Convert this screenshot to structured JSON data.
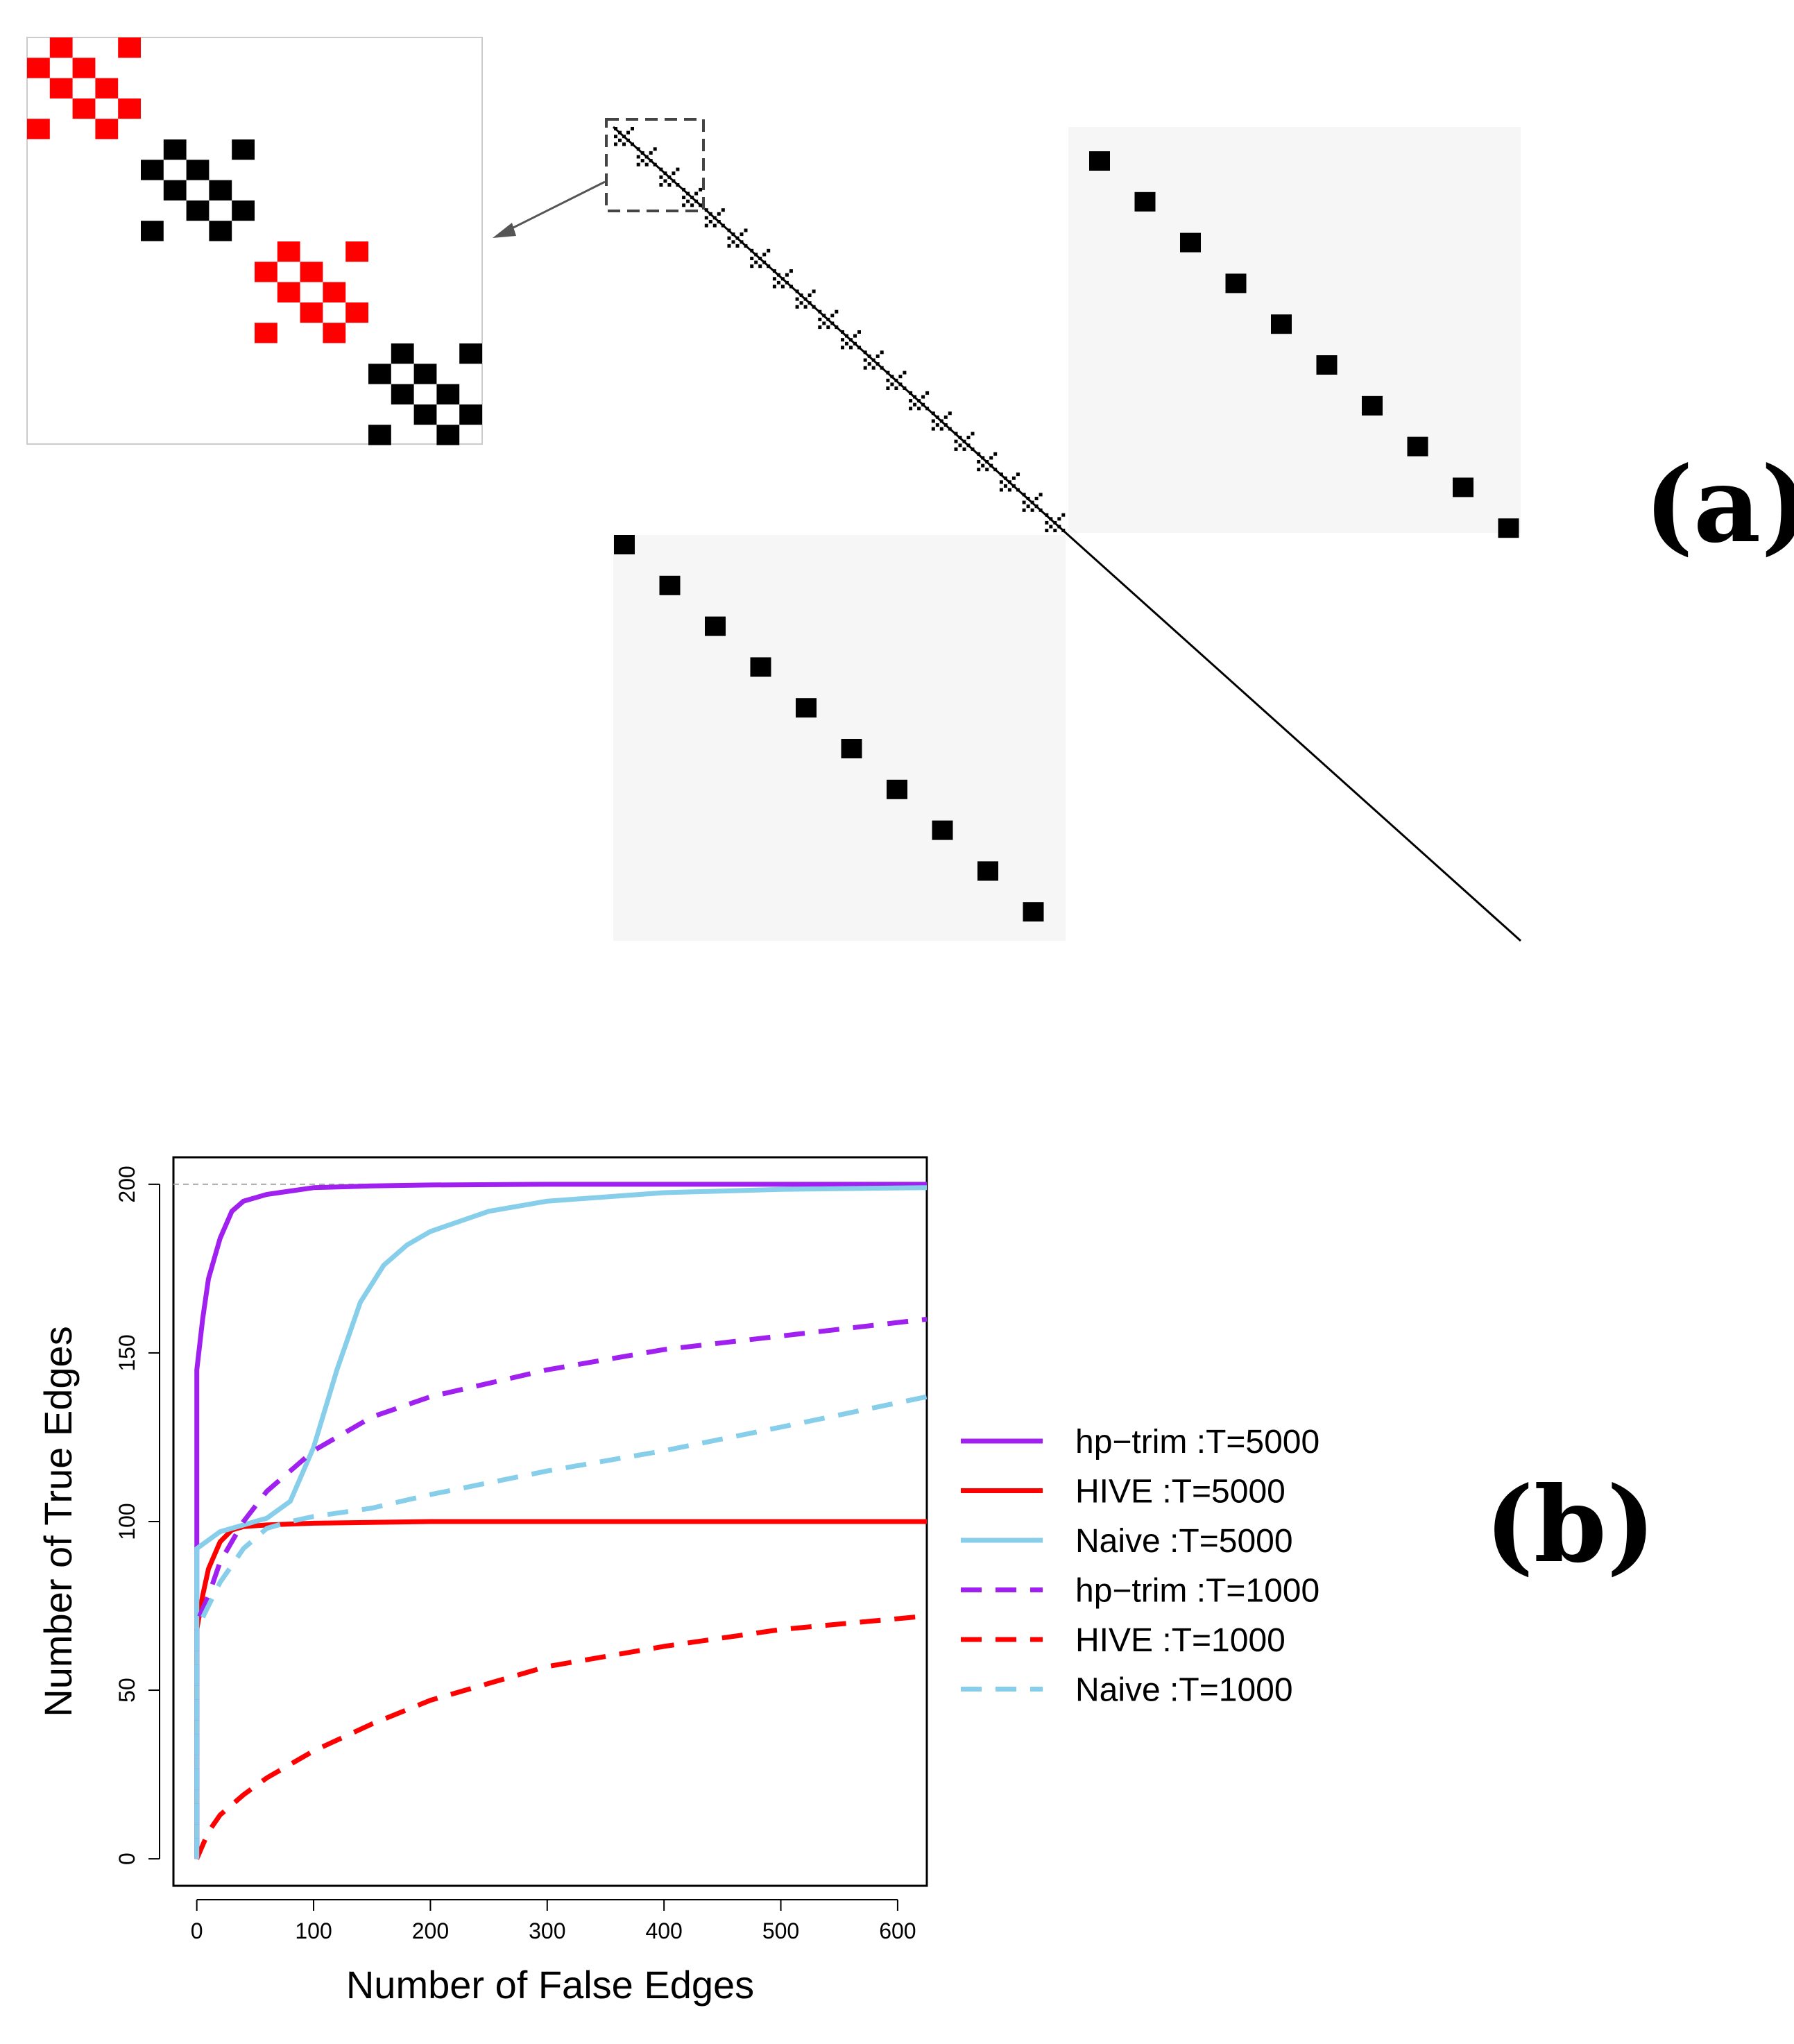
{
  "panels": {
    "a": {
      "label": "(a)",
      "matrix_description_blocks": 20,
      "highlight_color": "#ff0000",
      "cell_color": "#000000"
    },
    "b": {
      "label": "(b)"
    }
  },
  "chart_data": {
    "type": "line",
    "title": "",
    "xlabel": "Number of False Edges",
    "ylabel": "Number of True Edges",
    "xlim": [
      -20,
      625
    ],
    "ylim": [
      -8,
      208
    ],
    "xticks": [
      0,
      100,
      200,
      300,
      400,
      500,
      600
    ],
    "yticks": [
      0,
      50,
      100,
      150,
      200
    ],
    "reference_line": {
      "y": 200,
      "style": "dashed",
      "color": "#aaaaaa"
    },
    "legend_position": "right",
    "series": [
      {
        "name": "hp−trim :T=5000",
        "color": "#a020f0",
        "style": "solid",
        "x": [
          0,
          0,
          5,
          10,
          20,
          30,
          40,
          60,
          80,
          100,
          150,
          200,
          300,
          400,
          500,
          625
        ],
        "y": [
          0,
          145,
          160,
          172,
          184,
          192,
          195,
          197,
          198,
          199,
          199.5,
          199.8,
          200,
          200,
          200,
          200
        ]
      },
      {
        "name": "HIVE :T=5000",
        "color": "#ff0000",
        "style": "solid",
        "x": [
          0,
          0,
          5,
          10,
          20,
          30,
          40,
          60,
          100,
          200,
          300,
          400,
          500,
          625
        ],
        "y": [
          0,
          68,
          78,
          86,
          94,
          97.5,
          98.5,
          99,
          99.5,
          100,
          100,
          100,
          100,
          100
        ]
      },
      {
        "name": "Naive :T=5000",
        "color": "#87ceeb",
        "style": "solid",
        "x": [
          0,
          0,
          20,
          40,
          60,
          80,
          100,
          120,
          140,
          160,
          180,
          200,
          250,
          300,
          400,
          500,
          625
        ],
        "y": [
          0,
          92,
          97,
          99,
          101,
          106,
          122,
          145,
          165,
          176,
          182,
          186,
          192,
          195,
          197.5,
          198.5,
          199
        ]
      },
      {
        "name": "hp−trim :T=1000",
        "color": "#a020f0",
        "style": "dashed",
        "x": [
          0,
          0,
          10,
          20,
          40,
          60,
          80,
          100,
          150,
          200,
          250,
          300,
          400,
          500,
          625
        ],
        "y": [
          0,
          70,
          78,
          88,
          100,
          109,
          115,
          121,
          131,
          137,
          141,
          145,
          151,
          155,
          160
        ]
      },
      {
        "name": "HIVE :T=1000",
        "color": "#ff0000",
        "style": "dashed",
        "x": [
          0,
          10,
          20,
          40,
          60,
          80,
          100,
          150,
          200,
          250,
          300,
          400,
          500,
          625
        ],
        "y": [
          0,
          8,
          13,
          19,
          24,
          28,
          32,
          40,
          47,
          52,
          57,
          63,
          68,
          72
        ]
      },
      {
        "name": "Naive :T=1000",
        "color": "#87ceeb",
        "style": "dashed",
        "x": [
          0,
          0,
          10,
          20,
          40,
          60,
          80,
          100,
          150,
          200,
          300,
          400,
          500,
          625
        ],
        "y": [
          0,
          68,
          75,
          82,
          92,
          98,
          100,
          101.5,
          104,
          108,
          115,
          121,
          128,
          137
        ]
      }
    ]
  }
}
